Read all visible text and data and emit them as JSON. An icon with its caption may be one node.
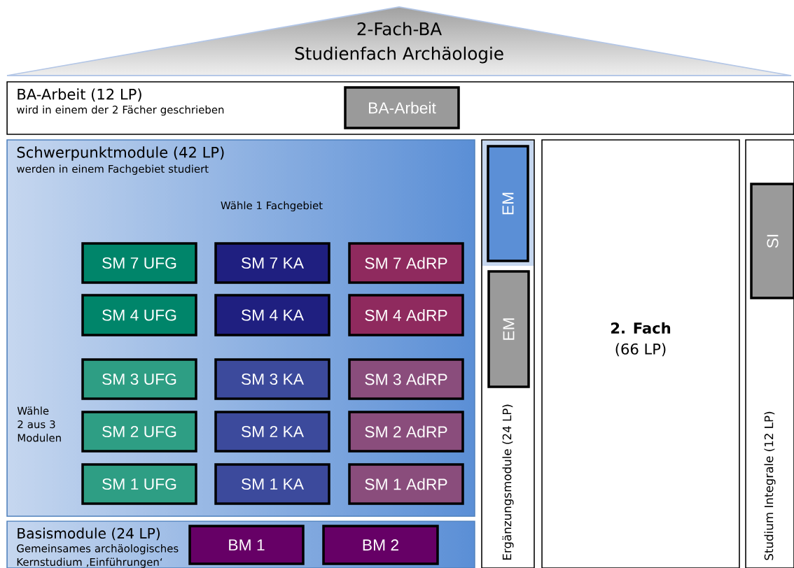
{
  "diagram": {
    "nodes": [
      {
        "text": [
          "2-Fach-BA",
          "Studienfach Archäologie"
        ]
      },
      {
        "text": [
          "BA-Arbeit (12 LP)",
          "wird in einem der 2 Fächer geschrieben"
        ]
      },
      {
        "text": [
          "BA-Arbeit"
        ],
        "in": 1
      },
      {
        "text": [
          "Schwerpunktmodule (42 LP)",
          "werden in einem Fachgebiet studiert"
        ]
      },
      {
        "text": [
          "SM 7 UFG"
        ],
        "in": 3
      },
      {
        "text": [
          "SM 7 KA"
        ],
        "in": 3
      },
      {
        "text": [
          "SM 7 AdRP"
        ],
        "in": 3
      },
      {
        "text": [
          "SM 4 UFG"
        ],
        "in": 3
      },
      {
        "text": [
          "SM 4 KA"
        ],
        "in": 3
      },
      {
        "text": [
          "SM 4 AdRP"
        ],
        "in": 3
      },
      {
        "text": [
          "SM 3 UFG"
        ],
        "in": 3
      },
      {
        "text": [
          "SM 3 KA"
        ],
        "in": 3
      },
      {
        "text": [
          "SM 3 AdRP"
        ],
        "in": 3
      },
      {
        "text": [
          "SM 2 UFG"
        ],
        "in": 3
      },
      {
        "text": [
          "SM 2 KA"
        ],
        "in": 3
      },
      {
        "text": [
          "SM 2 AdRP"
        ],
        "in": 3
      },
      {
        "text": [
          "SM 1 UFG"
        ],
        "in": 3
      },
      {
        "text": [
          "SM 1 KA"
        ],
        "in": 3
      },
      {
        "text": [
          "SM 1 AdRP"
        ],
        "in": 3
      },
      {
        "text": [
          "Basismodule (24 LP)",
          "Gemeinsames archäologisches Kernstudium ‚Einführungen‘"
        ]
      },
      {
        "text": [
          "BM 1"
        ],
        "in": 19
      },
      {
        "text": [
          "BM 2"
        ],
        "in": 19
      },
      {
        "text": [
          "Ergänzungsmodule (24 LP)"
        ]
      },
      {
        "text": [
          "EM"
        ],
        "in": 22
      },
      {
        "text": [
          "EM"
        ],
        "in": 22
      },
      {
        "text": [
          "2. Fach",
          "(66 LP)"
        ]
      },
      {
        "text": [
          "Studium Integrale (12 LP)"
        ]
      },
      {
        "text": [
          "SI"
        ],
        "in": 26
      }
    ],
    "labels": [
      "Wähle 1 Fachgebiet",
      "Wähle 2 aus 3 Modulen"
    ]
  }
}
